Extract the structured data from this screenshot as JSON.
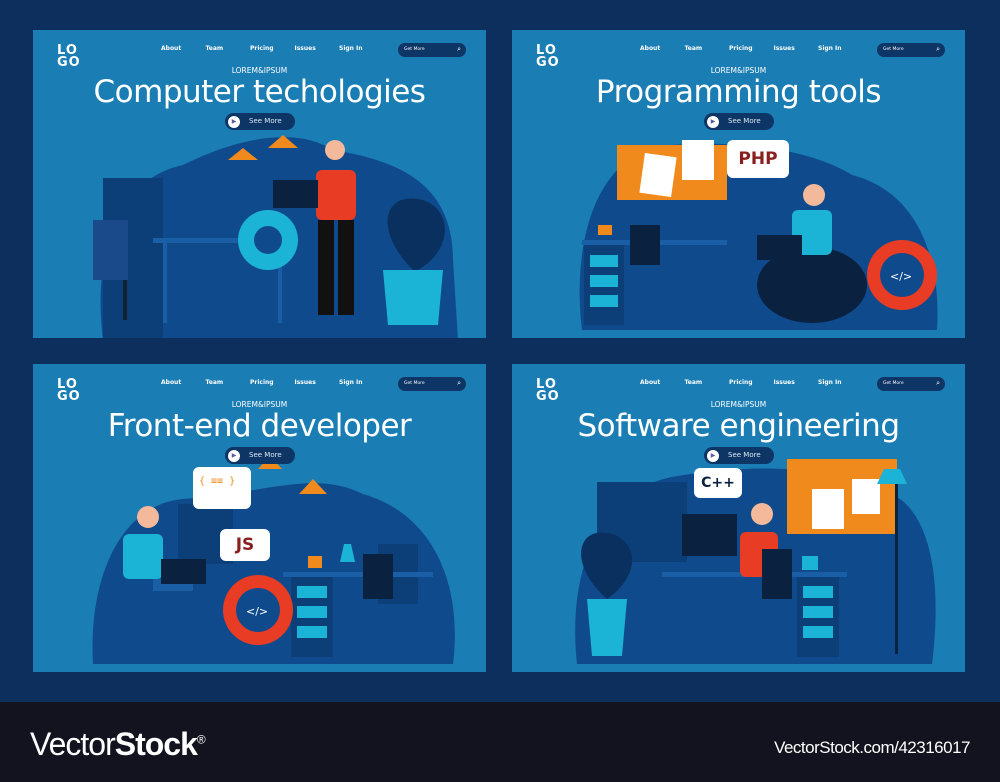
{
  "colors": {
    "background": "#0d2f5e",
    "panel": "#1a7db3",
    "blob": "#0f4b8c",
    "accent_orange": "#f08a1c",
    "accent_red": "#e83c24",
    "footer": "#12131f"
  },
  "panels": [
    {
      "logo": "LO GO",
      "nav": [
        "About",
        "Team",
        "Pricing",
        "Issues",
        "Sign In"
      ],
      "search_placeholder": "Get More",
      "search_icon": "search-icon",
      "kicker": "LOREM&IPSUM",
      "title": "Computer techologies",
      "see_more": "See More",
      "scene": "computer"
    },
    {
      "logo": "LO GO",
      "nav": [
        "About",
        "Team",
        "Pricing",
        "Issues",
        "Sign In"
      ],
      "search_placeholder": "Get More",
      "search_icon": "search-icon",
      "kicker": "LOREM&IPSUM",
      "title": "Programming tools",
      "see_more": "See More",
      "scene": "programming",
      "bubble": "PHP"
    },
    {
      "logo": "LO GO",
      "nav": [
        "About",
        "Team",
        "Pricing",
        "Issues",
        "Sign In"
      ],
      "search_placeholder": "Get More",
      "search_icon": "search-icon",
      "kicker": "LOREM&IPSUM",
      "title": "Front-end developer",
      "see_more": "See More",
      "scene": "frontend",
      "bubble": "JS"
    },
    {
      "logo": "LO GO",
      "nav": [
        "About",
        "Team",
        "Pricing",
        "Issues",
        "Sign In"
      ],
      "search_placeholder": "Get More",
      "search_icon": "search-icon",
      "kicker": "LOREM&IPSUM",
      "title": "Software engineering",
      "see_more": "See More",
      "scene": "software",
      "bubble": "C++"
    }
  ],
  "footer": {
    "brand_light": "Vector",
    "brand_bold": "Stock",
    "registered": "®",
    "image_id": "VectorStock.com/42316017"
  }
}
